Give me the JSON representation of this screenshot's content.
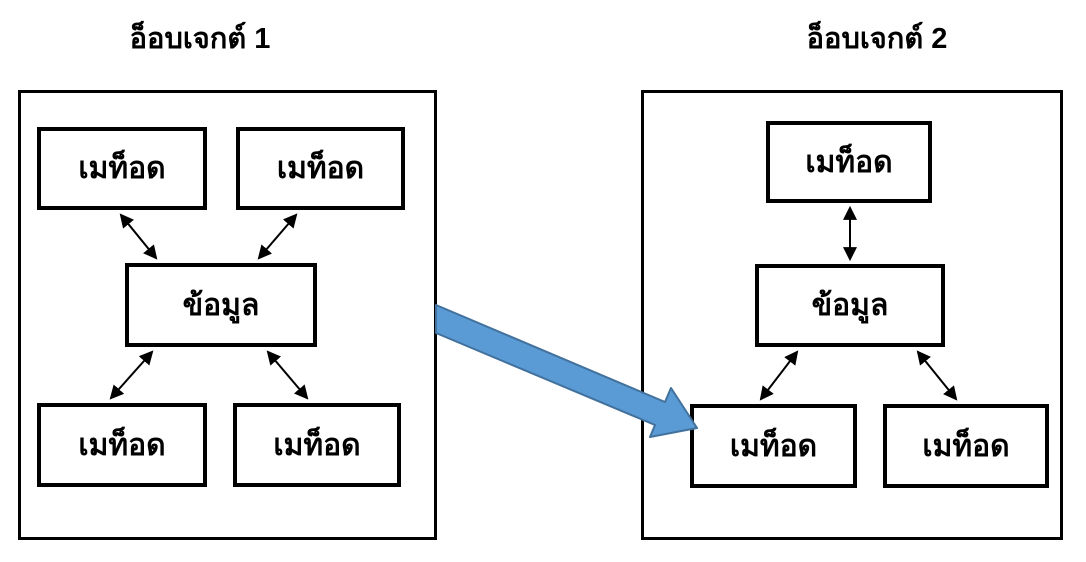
{
  "diagram": {
    "background": "#ffffff",
    "box_border_color": "#000000",
    "objects": [
      {
        "title": "อ็อบเจกต์ 1",
        "data_box": {
          "label": "ข้อมูล"
        },
        "methods": [
          "เมท็อด",
          "เมท็อด",
          "เมท็อด",
          "เมท็อด"
        ]
      },
      {
        "title": "อ็อบเจกต์ 2",
        "data_box": {
          "label": "ข้อมูล"
        },
        "methods": [
          "เมท็อด",
          "เมท็อด",
          "เมท็อด"
        ]
      }
    ],
    "connectors": {
      "internal_style": "double-headed-arrow",
      "internal_color": "#000000",
      "message_arrow": {
        "fill": "#5B9BD5",
        "stroke": "#41719C",
        "direction": "object1-to-object2"
      }
    }
  }
}
